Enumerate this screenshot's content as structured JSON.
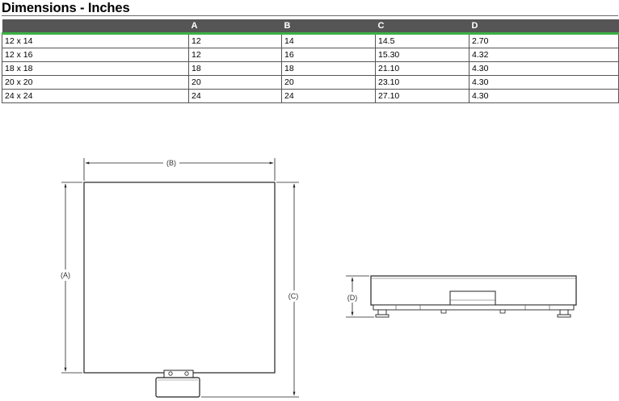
{
  "title": "Dimensions - Inches",
  "table": {
    "headers": [
      "",
      "A",
      "B",
      "C",
      "D"
    ],
    "rows": [
      [
        "12 x 14",
        "12",
        "14",
        "14.5",
        "2.70"
      ],
      [
        "12 x 16",
        "12",
        "16",
        "15.30",
        "4.32"
      ],
      [
        "18 x 18",
        "18",
        "18",
        "21.10",
        "4.30"
      ],
      [
        "20 x 20",
        "20",
        "20",
        "23.10",
        "4.30"
      ],
      [
        "24 x 24",
        "24",
        "24",
        "27.10",
        "4.30"
      ]
    ]
  },
  "drawing": {
    "label_b": "(B)",
    "label_a": "(A)",
    "label_c": "(C)",
    "label_d": "(D)"
  },
  "colors": {
    "header_bg": "#555555",
    "header_accent": "#3bb145"
  }
}
